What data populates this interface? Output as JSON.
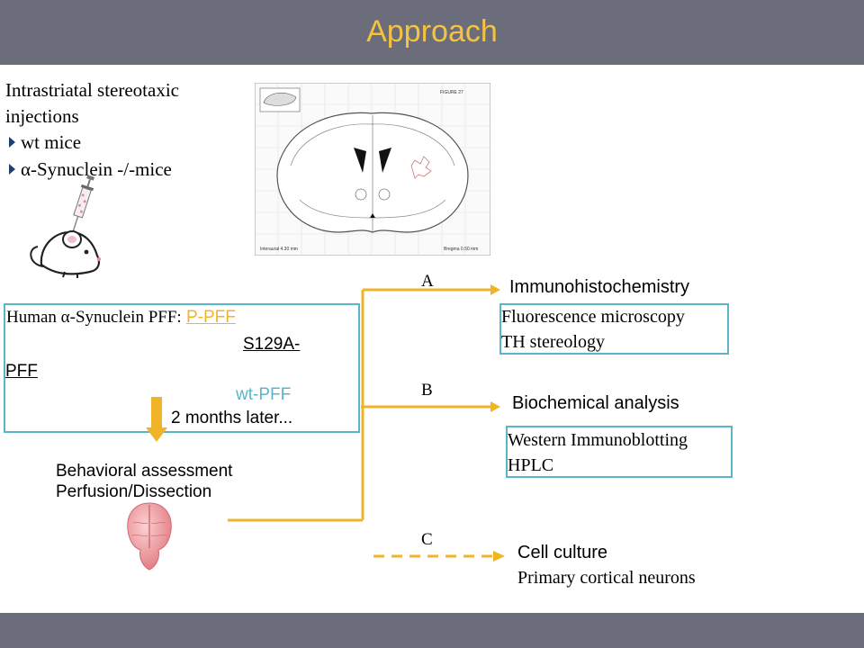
{
  "header": {
    "title": "Approach"
  },
  "injection": {
    "line1": "Intrastriatal stereotaxic",
    "line2": "injections",
    "bullets": [
      "wt mice",
      "α-Synuclein -/-mice"
    ]
  },
  "pff_box": {
    "label": "Human α-Synuclein PFF:",
    "p_pff": "P-PFF",
    "s129a_part1": "S129A-",
    "s129a_part2": "PFF",
    "wt_pff": "wt-PFF",
    "later": "2 months later..."
  },
  "assessment": {
    "line1": "Behavioral assessment",
    "line2": "Perfusion/Dissection"
  },
  "branches": [
    {
      "letter": "A",
      "title": "Immunohistochemistry",
      "items": [
        "Fluorescence microscopy",
        "TH stereology"
      ]
    },
    {
      "letter": "B",
      "title": "Biochemical analysis",
      "items": [
        "Western Immunoblotting",
        "HPLC"
      ]
    },
    {
      "letter": "C",
      "title": "Cell culture",
      "items": [
        "Primary cortical neurons"
      ]
    }
  ],
  "colors": {
    "header_bg": "#6b6e7a",
    "title": "#f5c242",
    "arrow": "#f0b429",
    "box_border": "#5bb5c8",
    "p_pff": "#f0b429",
    "wt_pff": "#5bb5c8"
  },
  "icons": [
    "mouse-icon",
    "syringe-icon",
    "brain-atlas-image",
    "brain-icon",
    "down-arrow-icon"
  ]
}
